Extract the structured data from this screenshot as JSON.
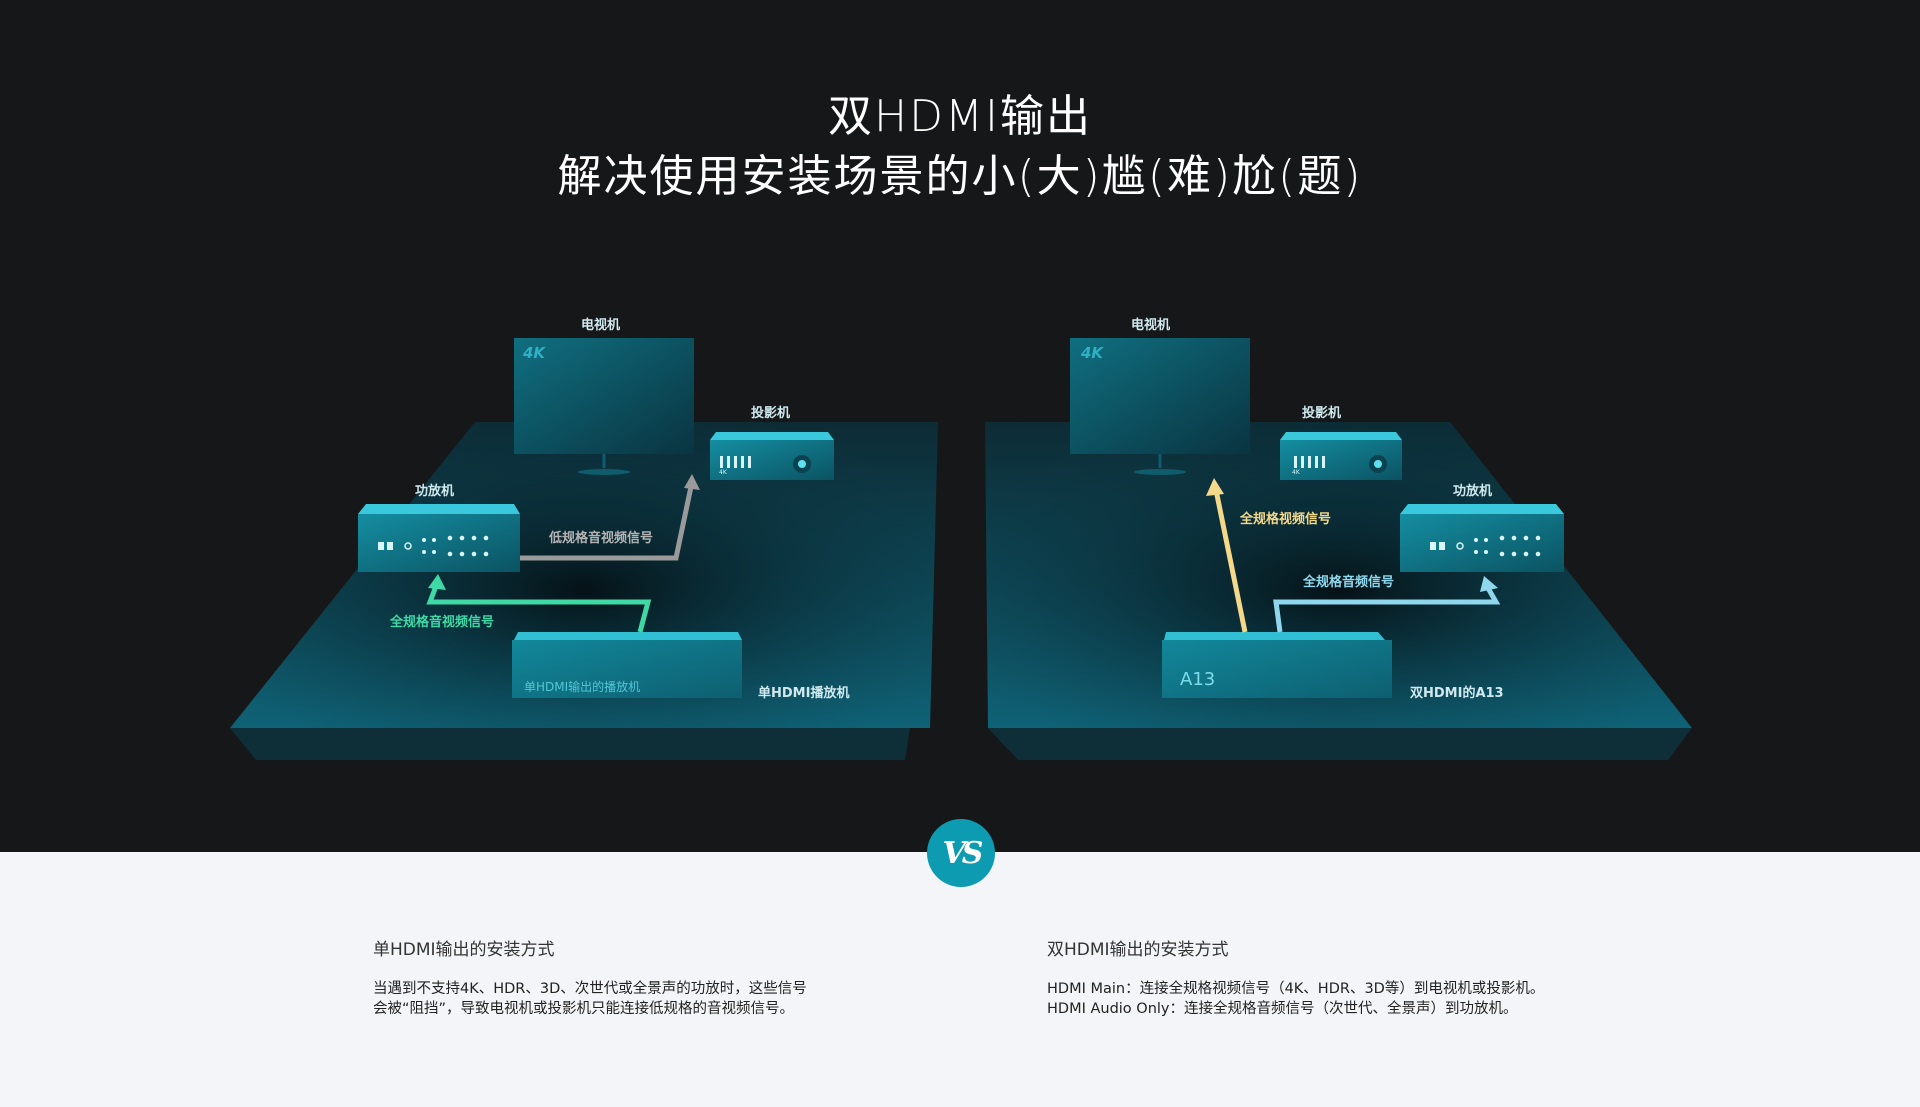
{
  "headline": {
    "line1": "双HDMI输出",
    "line2": "解决使用安装场景的小(大)尴(难)尬(题)"
  },
  "left_scene": {
    "tv_label": "电视机",
    "tv_badge": "4K",
    "projector_label": "投影机",
    "projector_badge": "4K",
    "amp_label": "功放机",
    "signal_low": "低规格音视频信号",
    "signal_full": "全规格音视频信号",
    "player_box_text": "单HDMI输出的播放机",
    "player_label": "单HDMI播放机"
  },
  "right_scene": {
    "tv_label": "电视机",
    "tv_badge": "4K",
    "projector_label": "投影机",
    "projector_badge": "4K",
    "amp_label": "功放机",
    "signal_video": "全规格视频信号",
    "signal_audio": "全规格音频信号",
    "player_box_text": "A13",
    "player_label": "双HDMI的A13"
  },
  "vs_badge": "VS",
  "compare": {
    "left": {
      "title": "单HDMI输出的安装方式",
      "lines": [
        "当遇到不支持4K、HDR、3D、次世代或全景声的功放时，这些信号",
        "会被“阻挡”，导致电视机或投影机只能连接低规格的音视频信号。"
      ]
    },
    "right": {
      "title": "双HDMI输出的安装方式",
      "lines": [
        "HDMI Main：连接全规格视频信号（4K、HDR、3D等）到电视机或投影机。",
        "HDMI Audio Only：连接全规格音频信号（次世代、全景声）到功放机。"
      ]
    }
  },
  "colors": {
    "background_dark": "#161719",
    "background_light": "#f4f5f9",
    "accent_teal": "#0c9bb0",
    "signal_low_gray": "#9a9a9a",
    "signal_full_green": "#3fd9a6",
    "signal_video_yellow": "#f5d98a",
    "signal_audio_blue": "#8fd7ec"
  }
}
